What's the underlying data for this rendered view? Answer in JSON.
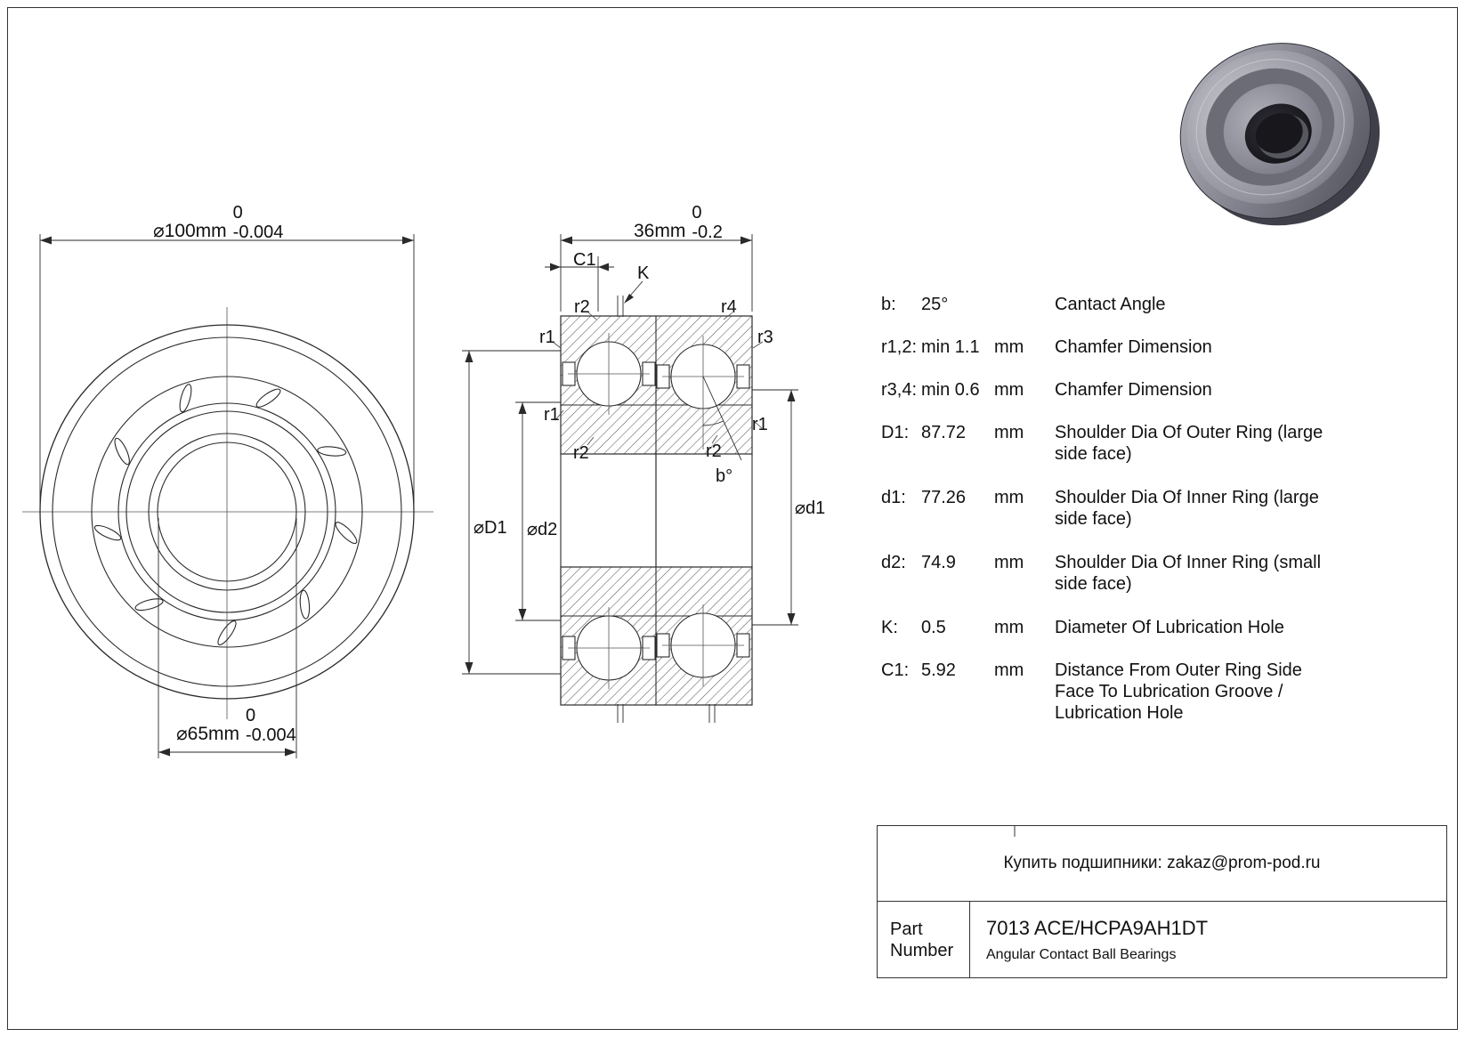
{
  "front_view": {
    "outer_dim": {
      "text": "⌀100mm",
      "tol_upper": "0",
      "tol_lower": "-0.004"
    },
    "bore_dim": {
      "text": "⌀65mm",
      "tol_upper": "0",
      "tol_lower": "-0.004"
    }
  },
  "section_view": {
    "width_dim": {
      "text": "36mm",
      "tol_upper": "0",
      "tol_lower": "-0.2"
    },
    "labels": {
      "c1": "C1",
      "k": "K",
      "r1": "r1",
      "r2": "r2",
      "r3": "r3",
      "r4": "r4",
      "b_angle": "b°",
      "D1": "⌀D1",
      "d1": "⌀d1",
      "d2": "⌀d2"
    }
  },
  "specs": {
    "rows": [
      {
        "label": "b:",
        "value": "25°",
        "unit": "",
        "desc": "Cantact Angle"
      },
      {
        "label": "r1,2:",
        "value": "min 1.1",
        "unit": "mm",
        "desc": "Chamfer Dimension"
      },
      {
        "label": "r3,4:",
        "value": "min 0.6",
        "unit": "mm",
        "desc": "Chamfer Dimension"
      },
      {
        "label": "D1:",
        "value": "87.72",
        "unit": "mm",
        "desc": "Shoulder Dia Of Outer Ring (large side face)"
      },
      {
        "label": "d1:",
        "value": "77.26",
        "unit": "mm",
        "desc": "Shoulder Dia Of Inner Ring (large side face)"
      },
      {
        "label": "d2:",
        "value": "74.9",
        "unit": "mm",
        "desc": "Shoulder Dia Of Inner Ring (small side face)"
      },
      {
        "label": "K:",
        "value": "0.5",
        "unit": "mm",
        "desc": "Diameter Of Lubrication Hole"
      },
      {
        "label": "C1:",
        "value": "5.92",
        "unit": "mm",
        "desc": "Distance From Outer Ring Side Face To Lubrication Groove / Lubrication Hole"
      }
    ]
  },
  "title_block": {
    "contact_line": "Купить подшипники: zakaz@prom-pod.ru",
    "part_label": "Part Number",
    "part_number": "7013 ACE/HCPA9AH1DT",
    "bearing_type": "Angular Contact Ball Bearings"
  }
}
